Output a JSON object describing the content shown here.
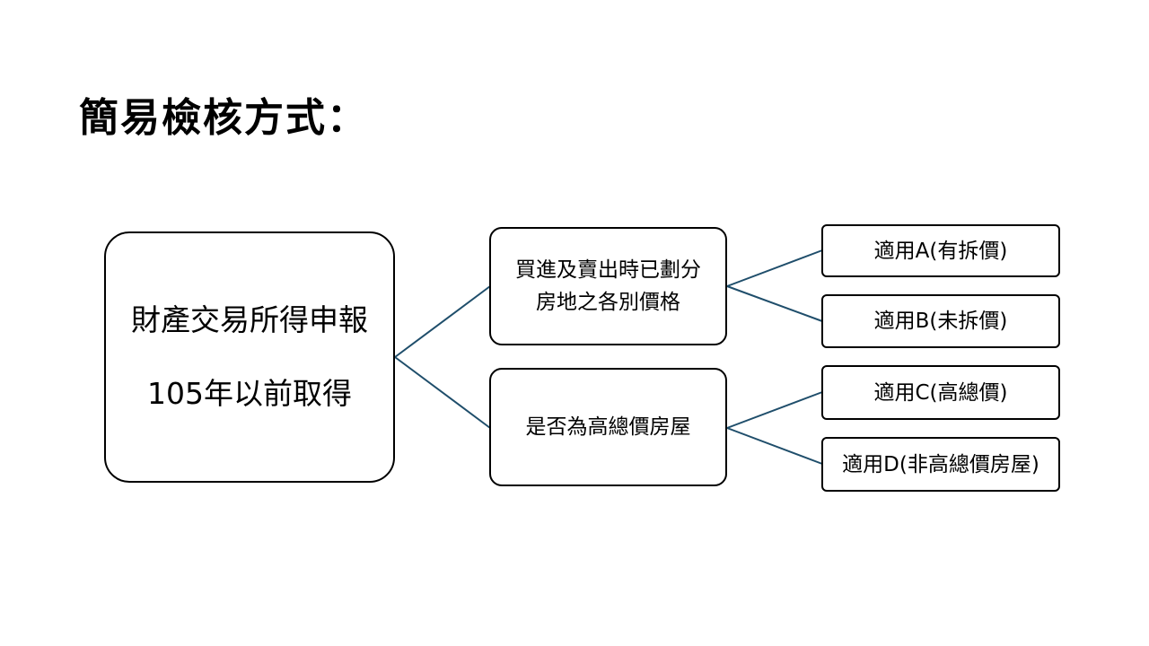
{
  "slide": {
    "title": "簡易檢核方式："
  },
  "diagram": {
    "line_color": "#1f4e6b",
    "root": {
      "line1": "財產交易所得申報",
      "line2": "105年以前取得"
    },
    "branches": [
      {
        "line1": "買進及賣出時已劃分",
        "line2": "房地之各別價格",
        "leaves": [
          "適用A(有拆價)",
          "適用B(未拆價)"
        ]
      },
      {
        "line1": "是否為高總價房屋",
        "line2": "",
        "leaves": [
          "適用C(高總價)",
          "適用D(非高總價房屋)"
        ]
      }
    ]
  }
}
